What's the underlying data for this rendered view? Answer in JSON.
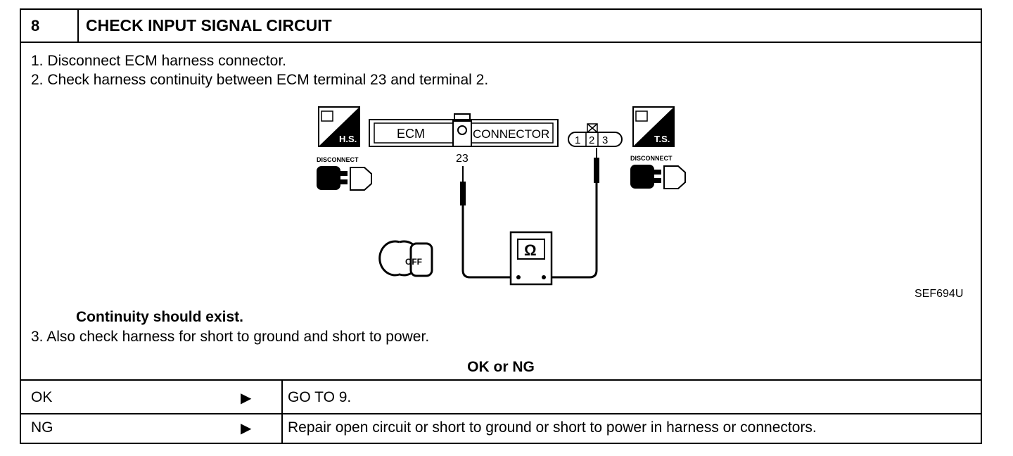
{
  "header": {
    "number": "8",
    "title": "CHECK INPUT SIGNAL CIRCUIT"
  },
  "steps": {
    "s1": "1.  Disconnect ECM harness connector.",
    "s2": "2.  Check harness continuity between ECM terminal 23 and terminal 2.",
    "s3": "3.  Also check harness for short to ground and short to power."
  },
  "diagram": {
    "hs_label": "H.S.",
    "ts_label": "T.S.",
    "disconnect_left": "DISCONNECT",
    "disconnect_right": "DISCONNECT",
    "ecm_text": "ECM",
    "connector_text": "CONNECTOR",
    "terminal_23": "23",
    "pin1": "1",
    "pin2": "2",
    "pin3": "3",
    "ohm_symbol": "Ω",
    "key_text": "OFF",
    "figure_id": "SEF694U"
  },
  "continuity": "Continuity should exist.",
  "result_heading": "OK or NG",
  "results": [
    {
      "label": "OK",
      "arrow": "▶",
      "action": "GO TO 9."
    },
    {
      "label": "NG",
      "arrow": "▶",
      "action": "Repair open circuit or short to ground or short to power in harness or connectors."
    }
  ]
}
